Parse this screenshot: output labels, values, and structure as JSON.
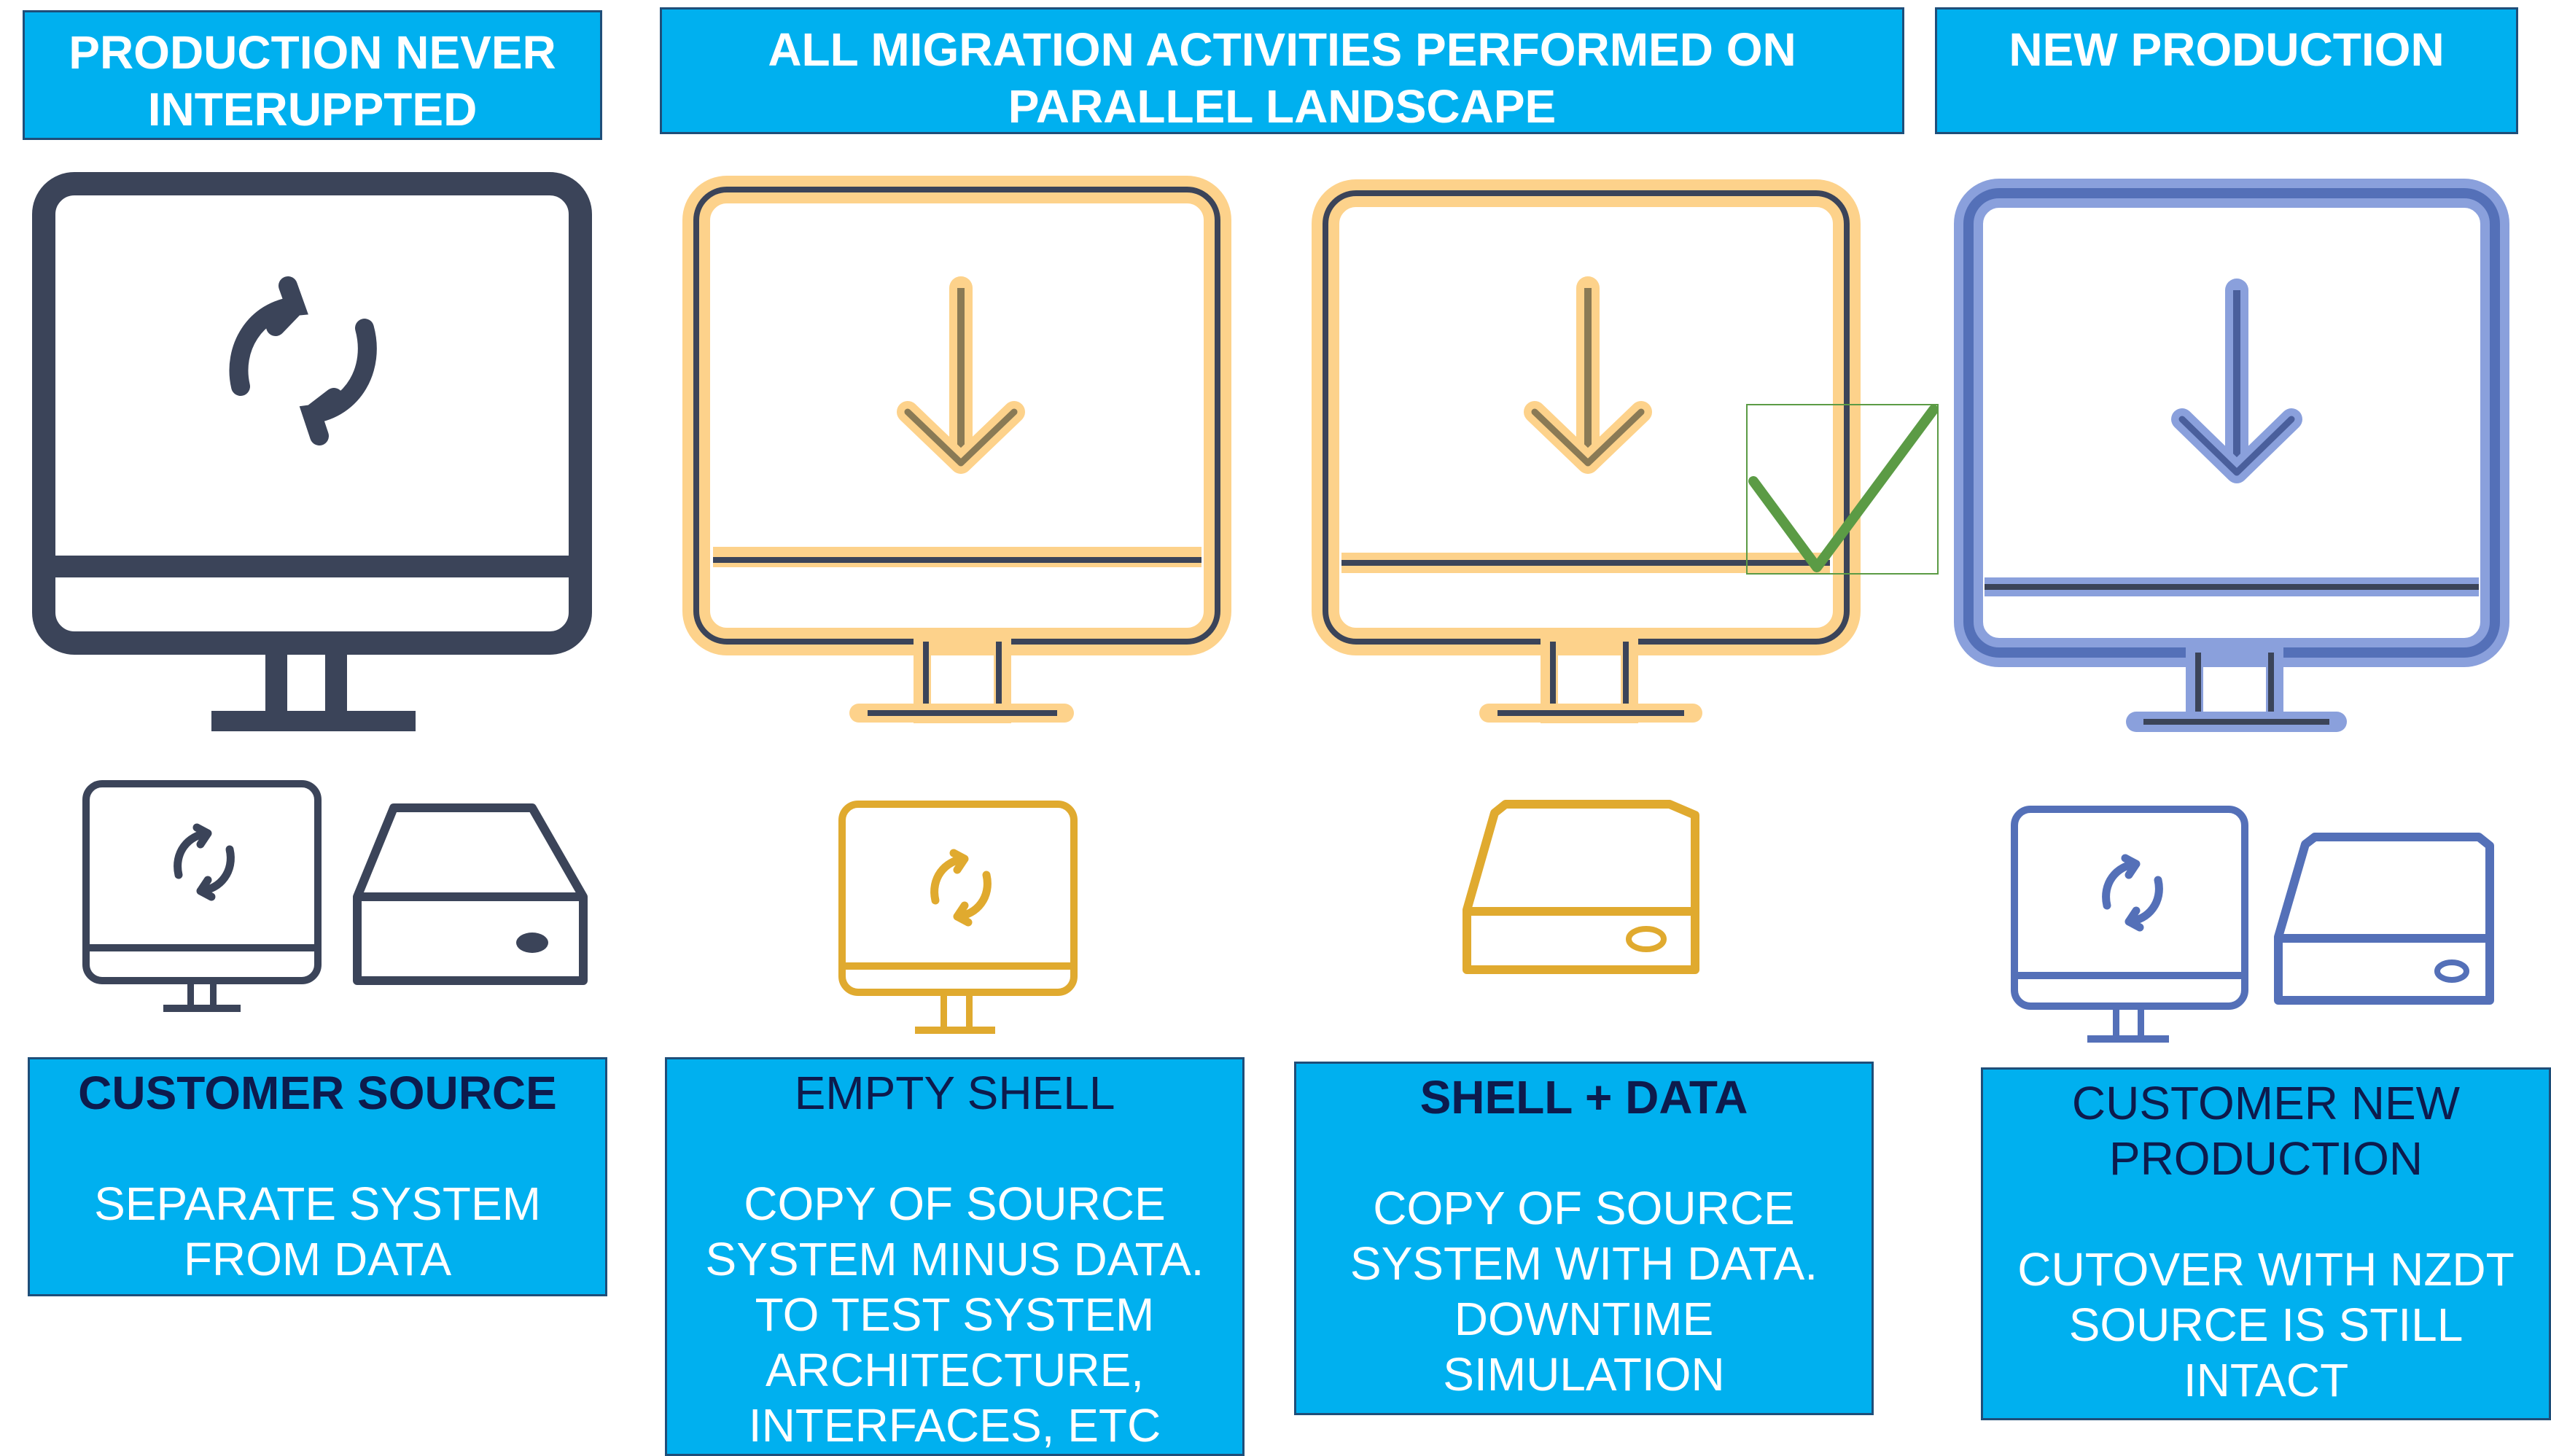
{
  "headers": [
    {
      "lines": [
        "PRODUCTION NEVER",
        "INTERUPPTED"
      ]
    },
    {
      "lines": [
        "ALL MIGRATION ACTIVITIES PERFORMED ON",
        "PARALLEL LANDSCAPE"
      ]
    },
    {
      "lines": [
        "NEW PRODUCTION"
      ]
    }
  ],
  "stages": [
    {
      "title": "CUSTOMER SOURCE",
      "title_bold": true,
      "body": [
        "SEPARATE SYSTEM",
        "FROM DATA"
      ],
      "color": "#3b4459",
      "icons": [
        "monitor-refresh-icon",
        "monitor-sync-icon",
        "hard-drive-icon"
      ]
    },
    {
      "title": "EMPTY SHELL",
      "title_bold": false,
      "body": [
        "COPY OF SOURCE",
        "SYSTEM MINUS DATA.",
        "TO TEST SYSTEM",
        "ARCHITECTURE,",
        "INTERFACES, ETC"
      ],
      "color": "#e0aa2f",
      "icons": [
        "monitor-download-icon",
        "monitor-sync-icon"
      ]
    },
    {
      "title": "SHELL + DATA",
      "title_bold": true,
      "body": [
        "COPY OF  SOURCE",
        "SYSTEM WITH DATA.",
        "DOWNTIME",
        "SIMULATION"
      ],
      "color": "#e0aa2f",
      "icons": [
        "monitor-download-icon",
        "checkmark-icon",
        "hard-drive-icon"
      ]
    },
    {
      "title": "CUSTOMER NEW",
      "title_line2": "PRODUCTION",
      "title_bold": false,
      "body": [
        "CUTOVER WITH NZDT",
        "SOURCE IS STILL",
        "INTACT"
      ],
      "color": "#5470b8",
      "icons": [
        "monitor-download-icon",
        "monitor-sync-icon",
        "hard-drive-icon"
      ]
    }
  ],
  "colors": {
    "box_fill": "#00b0ef",
    "box_border": "#1f4e79",
    "header_text": "#ffffff",
    "title_text": "#0d1b4d",
    "navy": "#3b4459",
    "gold": "#e0aa2f",
    "gold_glow": "#fdd28b",
    "blue": "#5470b8",
    "blue_glow": "#8aa0dc",
    "check": "#5b9b45"
  }
}
